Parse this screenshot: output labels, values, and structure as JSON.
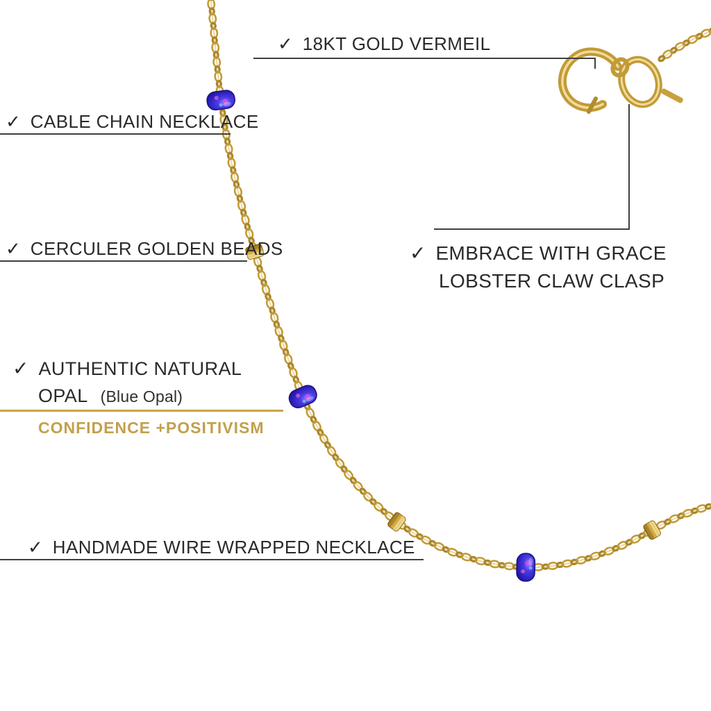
{
  "meta": {
    "check": "✓",
    "accent_gold": "#c2a04c",
    "chain_gold": "#c29b38",
    "opal_blue": "#3a2cd0",
    "text_color": "#2a2a2a"
  },
  "callouts": {
    "gold_vermeil": {
      "label": "18KT GOLD VERMEIL"
    },
    "cable_chain": {
      "label": "CABLE CHAIN NECKLACE"
    },
    "golden_beads": {
      "label": "CERCULER GOLDEN BEADS"
    },
    "clasp": {
      "line1": "EMBRACE WITH GRACE",
      "line2": "LOBSTER CLAW CLASP"
    },
    "opal": {
      "line1": "AUTHENTIC NATURAL",
      "line2": "OPAL",
      "note": "(Blue Opal)",
      "tagline": "CONFIDENCE +POSITIVISM"
    },
    "handmade": {
      "label": "HANDMADE WIRE WRAPPED NECKLACE"
    }
  }
}
